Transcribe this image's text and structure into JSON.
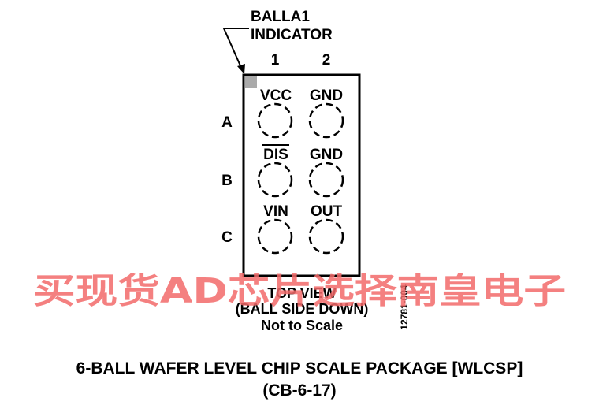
{
  "indicator": {
    "line1": "BALLA1",
    "line2": "INDICATOR"
  },
  "columns": [
    "1",
    "2"
  ],
  "rows": [
    "A",
    "B",
    "C"
  ],
  "balls": [
    {
      "label": "VCC",
      "overline": false
    },
    {
      "label": "GND",
      "overline": false
    },
    {
      "label": "DIS",
      "overline": true
    },
    {
      "label": "GND",
      "overline": false
    },
    {
      "label": "VIN",
      "overline": false
    },
    {
      "label": "OUT",
      "overline": false
    }
  ],
  "view_note": {
    "line1": "TOP VIEW",
    "line2": "(BALL SIDE DOWN)",
    "line3": "Not to Scale"
  },
  "doc_id": "12781-004",
  "title": {
    "line1": "6-BALL WAFER LEVEL CHIP SCALE PACKAGE [WLCSP]",
    "line2": "(CB-6-17)"
  },
  "watermark": "买现货AD芯片选择南皇电子",
  "colors": {
    "ink": "#000000",
    "indicator_fill": "#aaaaaa",
    "watermark": "#f26a6a"
  }
}
